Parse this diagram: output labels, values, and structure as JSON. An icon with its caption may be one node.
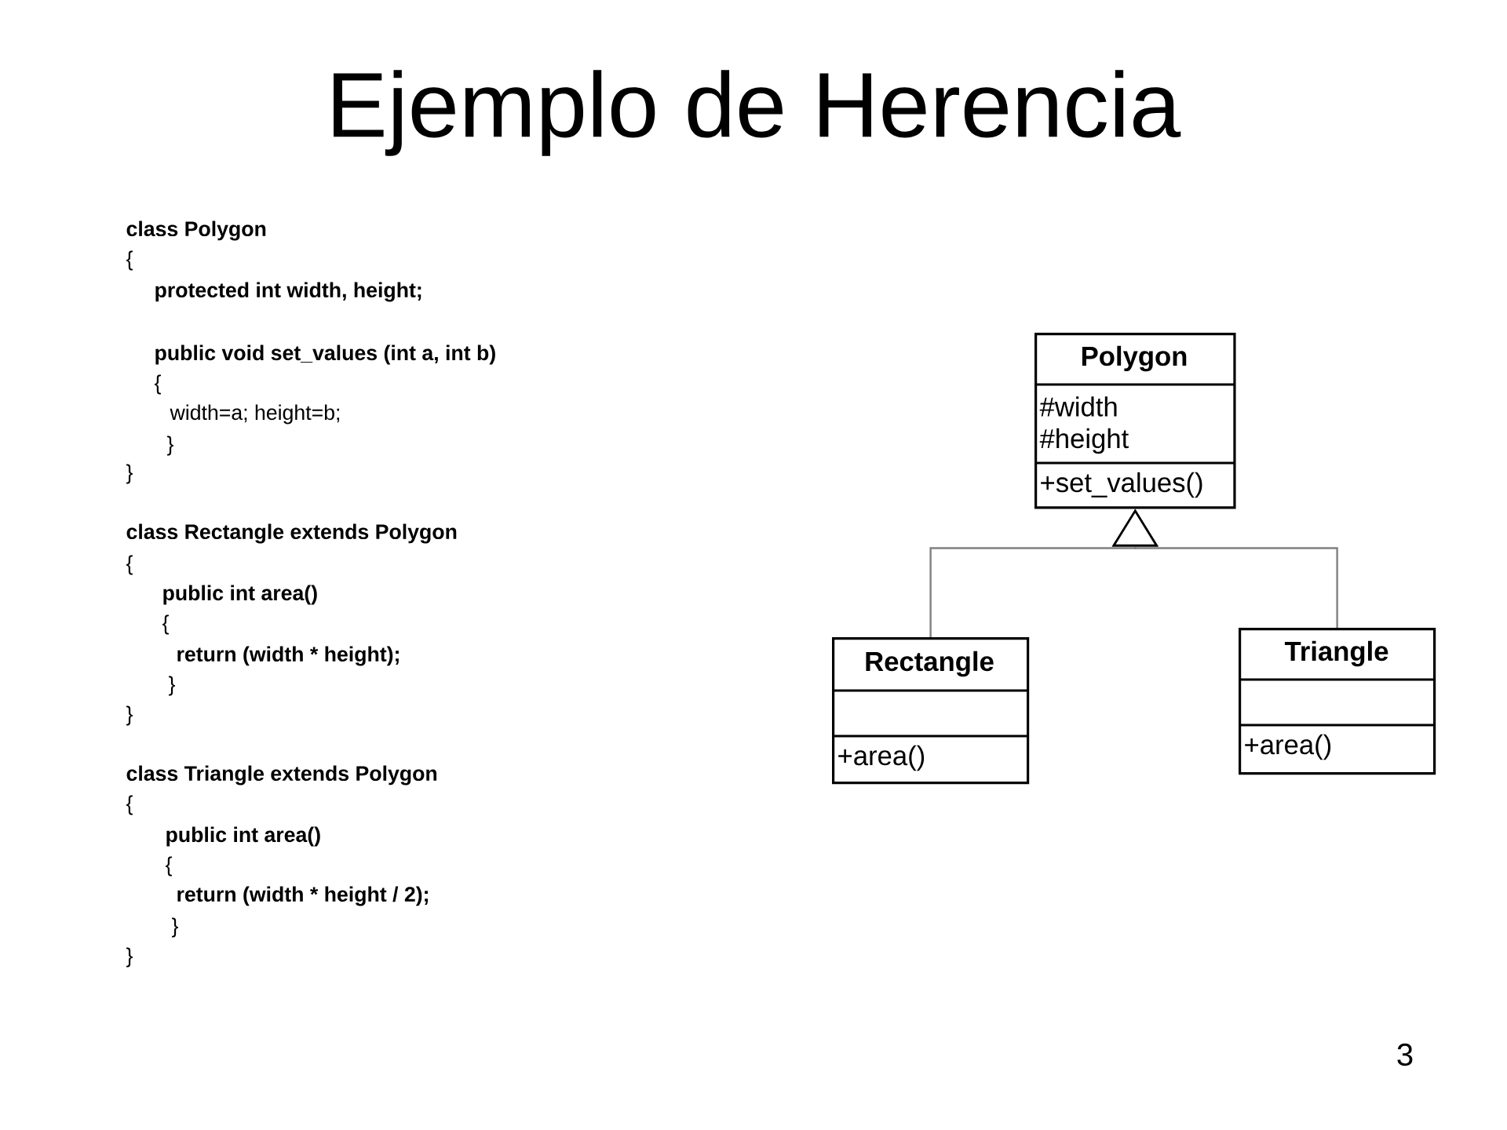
{
  "diagram": {
    "title": "Ejemplo de Herencia",
    "nodes": [
      {
        "text": [
          "Polygon",
          "#width",
          "#height",
          "+set_values()"
        ]
      },
      {
        "text": [
          "Rectangle",
          "+area()"
        ]
      },
      {
        "text": [
          "Triangle",
          "+area()"
        ]
      }
    ],
    "edges": [
      {
        "from": 1,
        "to": 0,
        "arrow": "to"
      },
      {
        "from": 2,
        "to": 0,
        "arrow": "to"
      }
    ],
    "labels": [
      "class Polygon",
      "{",
      "protected int width, height;",
      "public void set_values (int a, int b)",
      "{",
      "width=a; height=b;",
      "}",
      "}",
      "class Rectangle extends Polygon",
      "{",
      "public int area()",
      "{",
      "return (width * height);",
      "}",
      "}",
      "class Triangle extends Polygon",
      "{",
      "public int area()",
      "{",
      "return (width * height / 2);",
      "}",
      "}",
      "3"
    ]
  }
}
